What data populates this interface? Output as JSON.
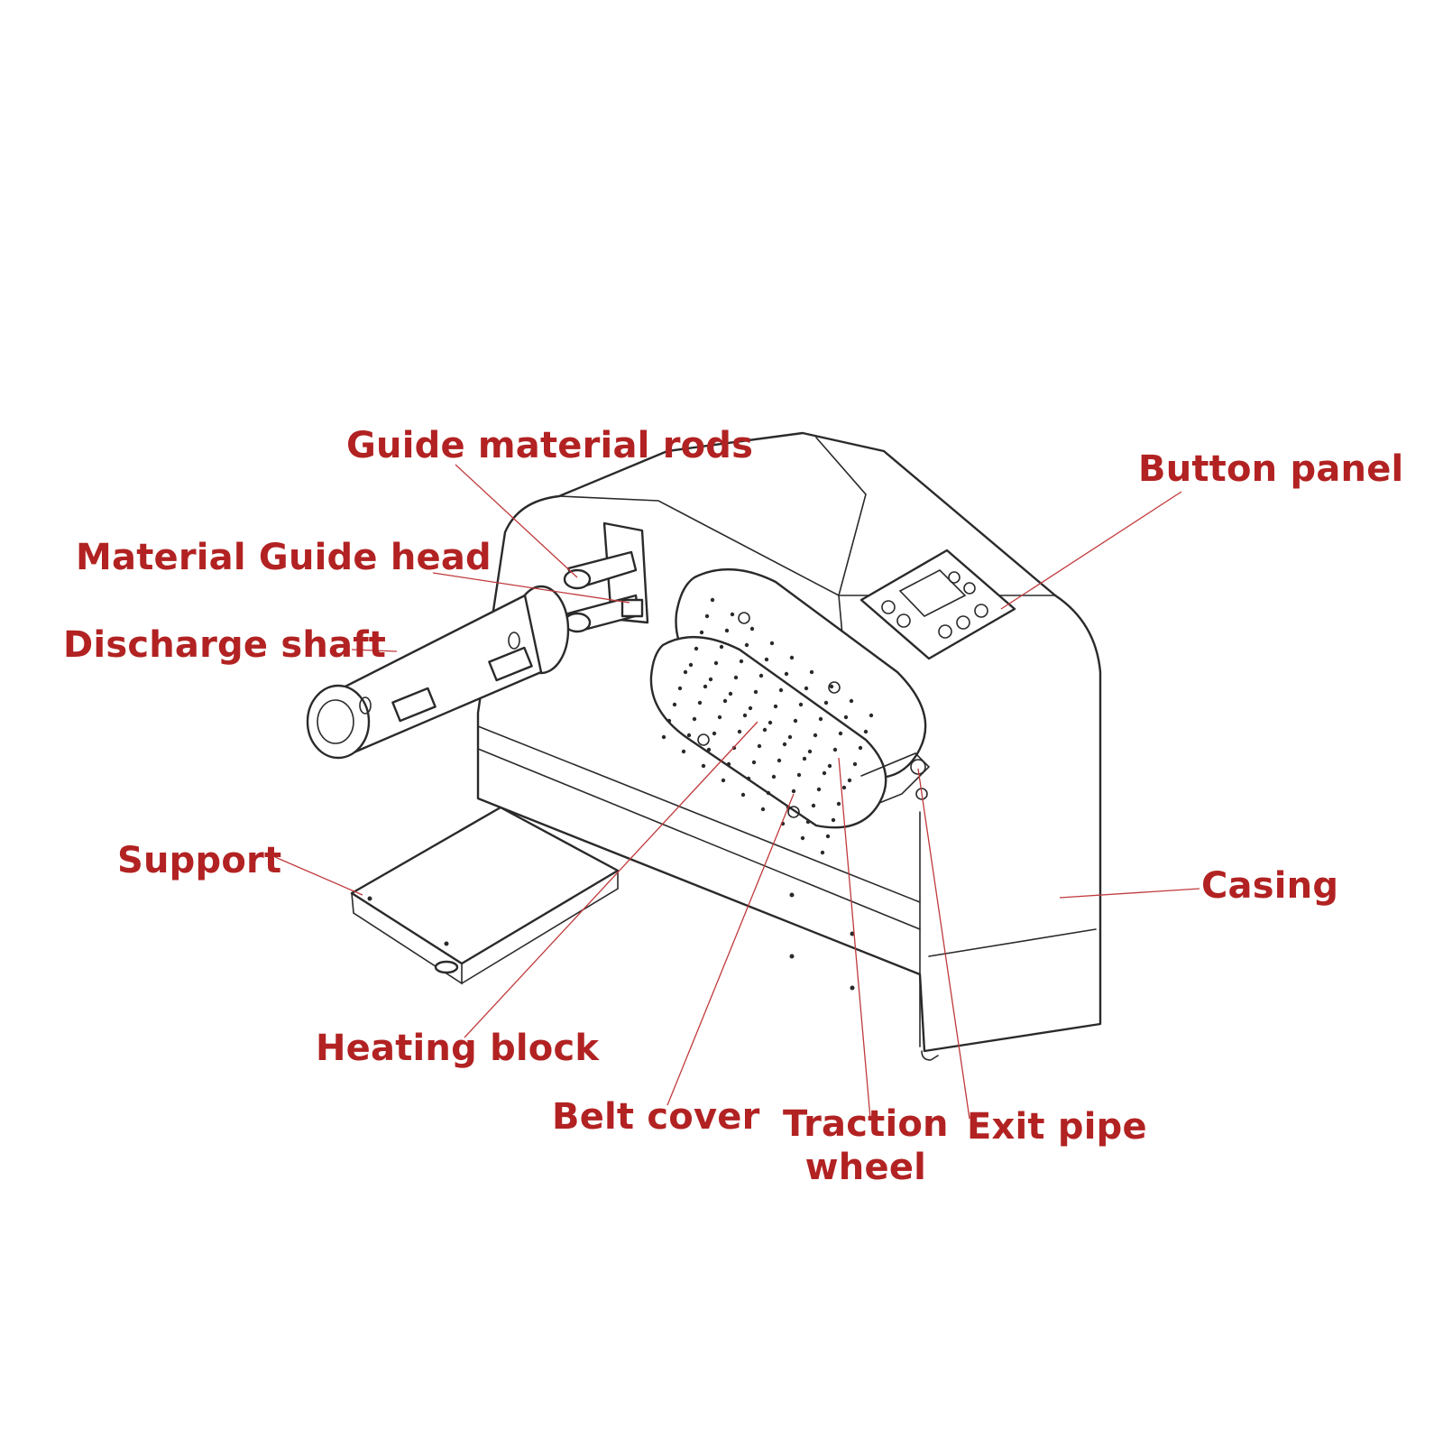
{
  "colors": {
    "label": "#b22222",
    "leader": "#c0393b",
    "line_art": "#2a2a2a",
    "background": "#ffffff"
  },
  "labels": {
    "guide_material_rods": "Guide material rods",
    "button_panel": "Button panel",
    "material_guide_head": "Material Guide head",
    "discharge_shaft": "Discharge shaft",
    "support": "Support",
    "casing": "Casing",
    "heating_block": "Heating block",
    "belt_cover": "Belt cover",
    "traction_wheel_line1": "Traction",
    "traction_wheel_line2": "wheel",
    "exit_pipe": "Exit pipe"
  }
}
